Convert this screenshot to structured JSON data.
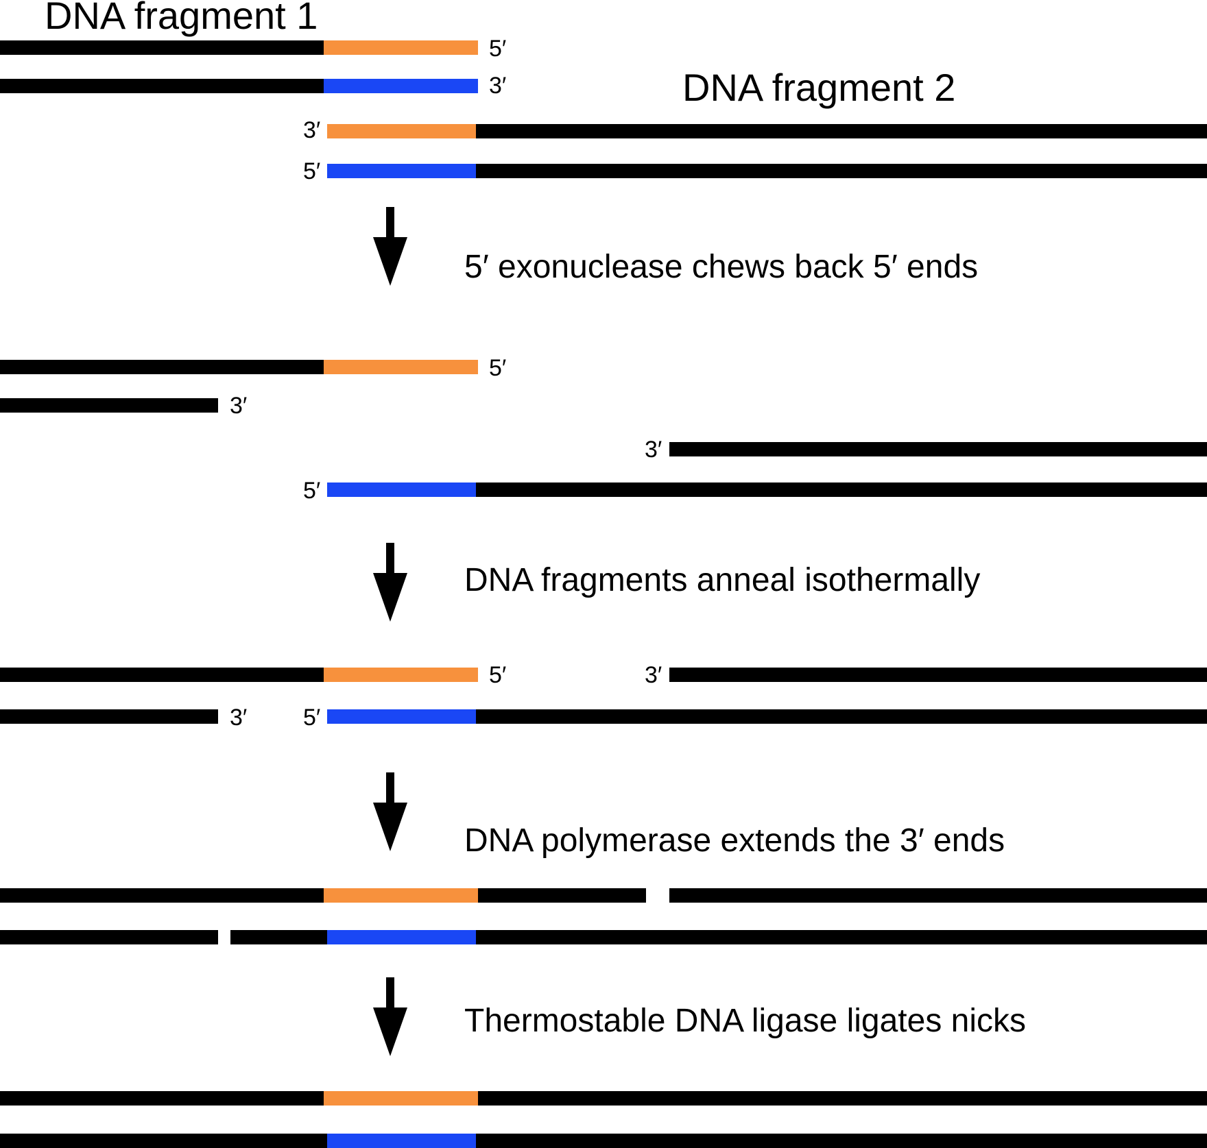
{
  "labels": {
    "fragment1": "DNA fragment 1",
    "fragment2": "DNA fragment 2",
    "five_prime": "5′",
    "three_prime": "3′"
  },
  "steps": {
    "exonuclease": "5′ exonuclease chews back 5′ ends",
    "anneal": "DNA fragments anneal isothermally",
    "polymerase": "DNA polymerase extends the 3′ ends",
    "ligase": "Thermostable DNA ligase ligates nicks"
  },
  "colors": {
    "strand": "#000000",
    "overlap_top": "#F7913D",
    "overlap_bottom": "#1A47F5",
    "arrow": "#000000"
  }
}
